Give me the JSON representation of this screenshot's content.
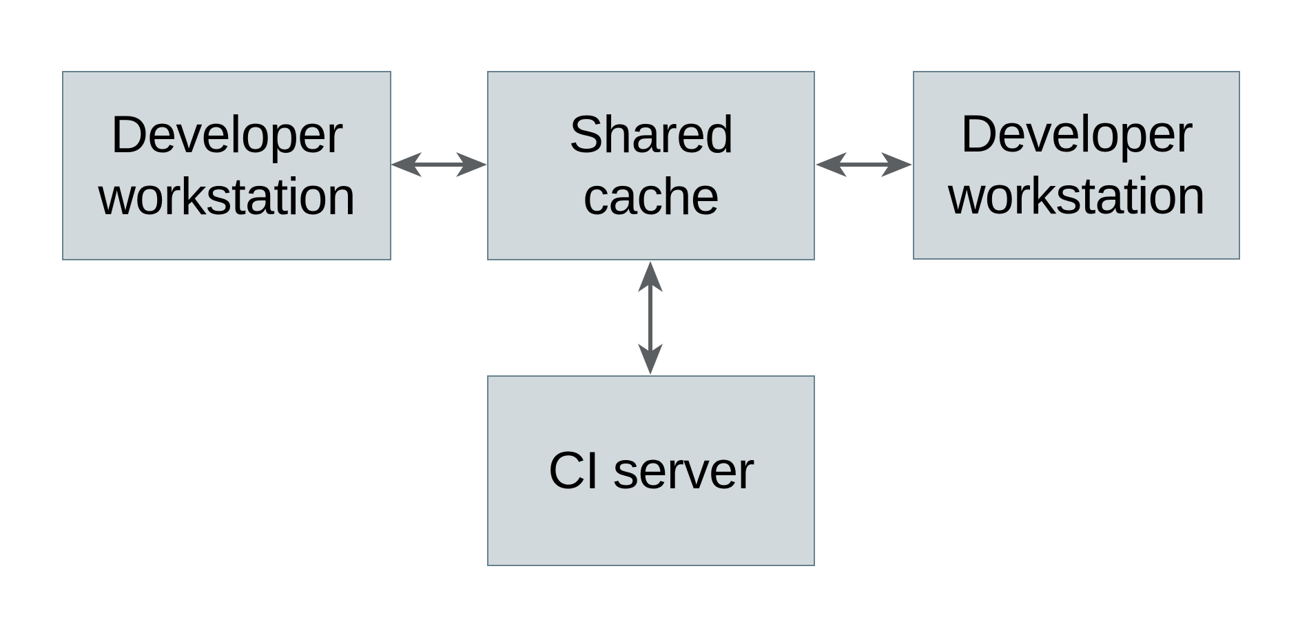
{
  "diagram": {
    "nodes": [
      {
        "id": "developer-workstation-left",
        "label": "Developer\nworkstation"
      },
      {
        "id": "shared-cache",
        "label": "Shared\ncache"
      },
      {
        "id": "developer-workstation-right",
        "label": "Developer\nworkstation"
      },
      {
        "id": "ci-server",
        "label": "CI server"
      }
    ],
    "edges": [
      {
        "from": "developer-workstation-left",
        "to": "shared-cache",
        "type": "bidirectional"
      },
      {
        "from": "shared-cache",
        "to": "developer-workstation-right",
        "type": "bidirectional"
      },
      {
        "from": "shared-cache",
        "to": "ci-server",
        "type": "bidirectional"
      }
    ],
    "colors": {
      "background": "#ffffff",
      "node_fill": "#d2d9dc",
      "node_border": "#67818e",
      "arrow": "#5c5f62",
      "text": "#000000"
    }
  }
}
